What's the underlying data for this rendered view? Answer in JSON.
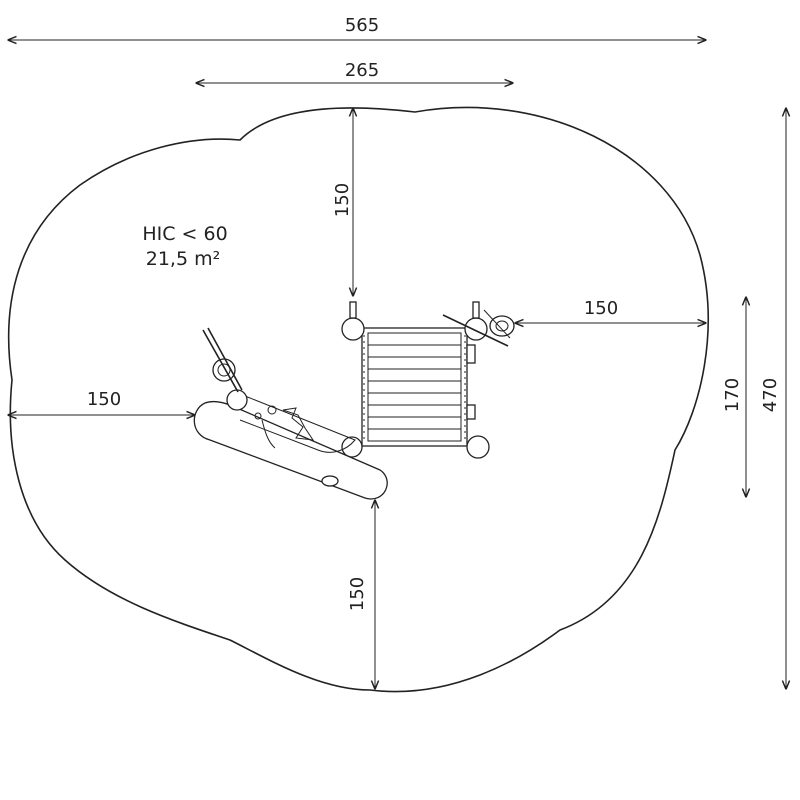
{
  "dimensions": {
    "total_width": "565",
    "platform_width": "265",
    "top_clearance": "150",
    "right_clearance": "150",
    "left_clearance": "150",
    "bottom_clearance": "150",
    "inner_height": "170",
    "total_height": "470"
  },
  "surface": {
    "hic": "HIC < 60",
    "area": "21,5 m²"
  },
  "colors": {
    "ink": "#222222",
    "background": "#ffffff"
  }
}
